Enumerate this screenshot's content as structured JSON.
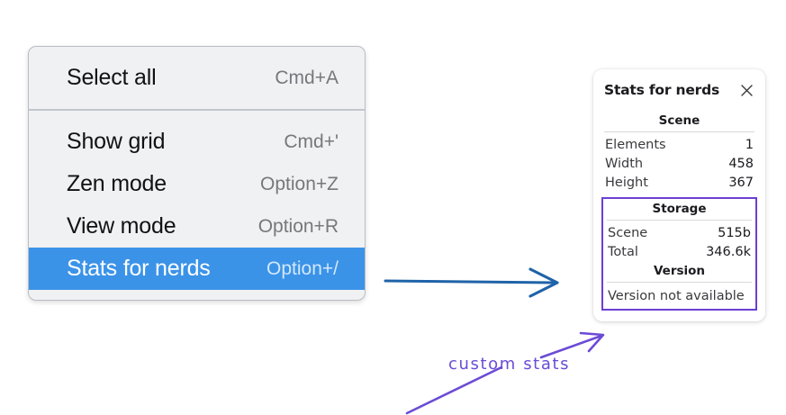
{
  "context_menu": {
    "groups": [
      {
        "items": [
          {
            "label": "Select all",
            "shortcut": "Cmd+A",
            "selected": false
          }
        ]
      },
      {
        "items": [
          {
            "label": "Show grid",
            "shortcut": "Cmd+'",
            "selected": false
          },
          {
            "label": "Zen mode",
            "shortcut": "Option+Z",
            "selected": false
          },
          {
            "label": "View mode",
            "shortcut": "Option+R",
            "selected": false
          },
          {
            "label": "Stats for nerds",
            "shortcut": "Option+/",
            "selected": true
          }
        ]
      }
    ]
  },
  "stats_panel": {
    "title": "Stats for nerds",
    "close_icon": "close-icon",
    "scene": {
      "section_title": "Scene",
      "rows": [
        {
          "key": "Elements",
          "value": "1"
        },
        {
          "key": "Width",
          "value": "458"
        },
        {
          "key": "Height",
          "value": "367"
        }
      ]
    },
    "storage": {
      "section_title": "Storage",
      "rows": [
        {
          "key": "Scene",
          "value": "515b"
        },
        {
          "key": "Total",
          "value": "346.6k"
        }
      ]
    },
    "version": {
      "section_title": "Version",
      "text": "Version not available"
    }
  },
  "annotations": {
    "label": "custom stats",
    "arrow_blue_color": "#1f63a8",
    "arrow_purple_color": "#6b4bd6",
    "highlight_box_color": "#6b3fd4"
  },
  "colors": {
    "menu_background": "#f0f1f3",
    "menu_border": "#b9bec5",
    "menu_selection": "#3b93e8",
    "panel_background": "#ffffff",
    "text_primary": "#121212",
    "text_secondary": "#76787c"
  }
}
